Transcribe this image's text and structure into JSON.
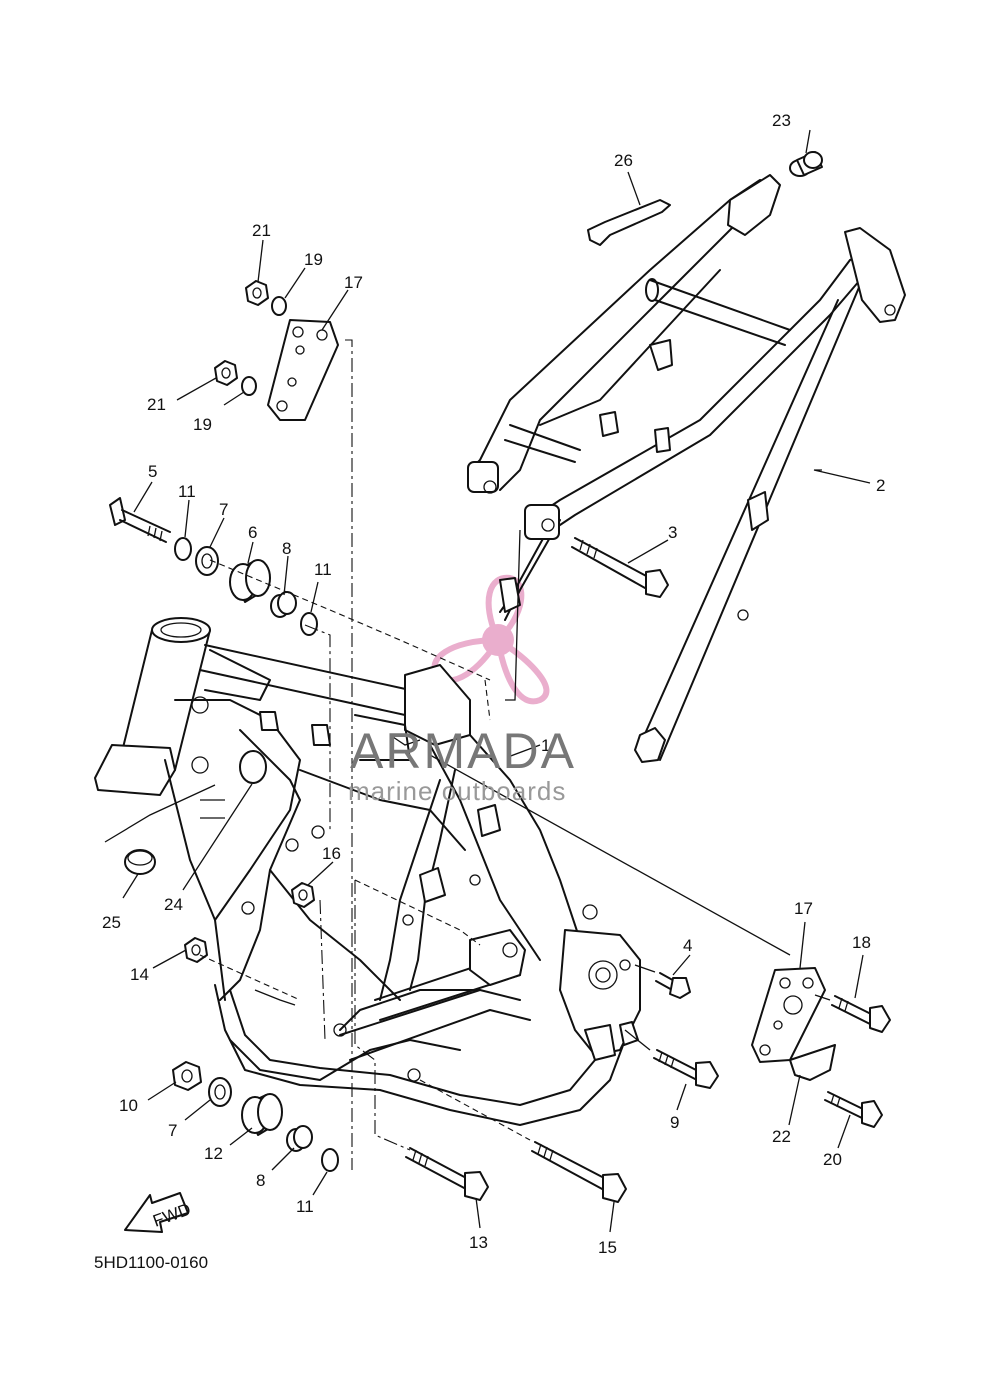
{
  "diagram": {
    "reference_code": "5HD1100-0160",
    "fwd_label": "FWD",
    "watermark": {
      "brand": "ARMADA",
      "tagline": "marine outboards",
      "logo_color": "#e8a6c8",
      "text_color": "#777777"
    },
    "labels": {
      "p1": "1",
      "p2": "2",
      "p3": "3",
      "p4": "4",
      "p5": "5",
      "p6": "6",
      "p7a": "7",
      "p7b": "7",
      "p8a": "8",
      "p8b": "8",
      "p9": "9",
      "p10": "10",
      "p11a": "11",
      "p11b": "11",
      "p11c": "11",
      "p12": "12",
      "p13": "13",
      "p14": "14",
      "p15": "15",
      "p16": "16",
      "p17a": "17",
      "p17b": "17",
      "p18": "18",
      "p19a": "19",
      "p19b": "19",
      "p20": "20",
      "p21a": "21",
      "p21b": "21",
      "p22": "22",
      "p23": "23",
      "p24": "24",
      "p25": "25",
      "p26": "26"
    }
  }
}
